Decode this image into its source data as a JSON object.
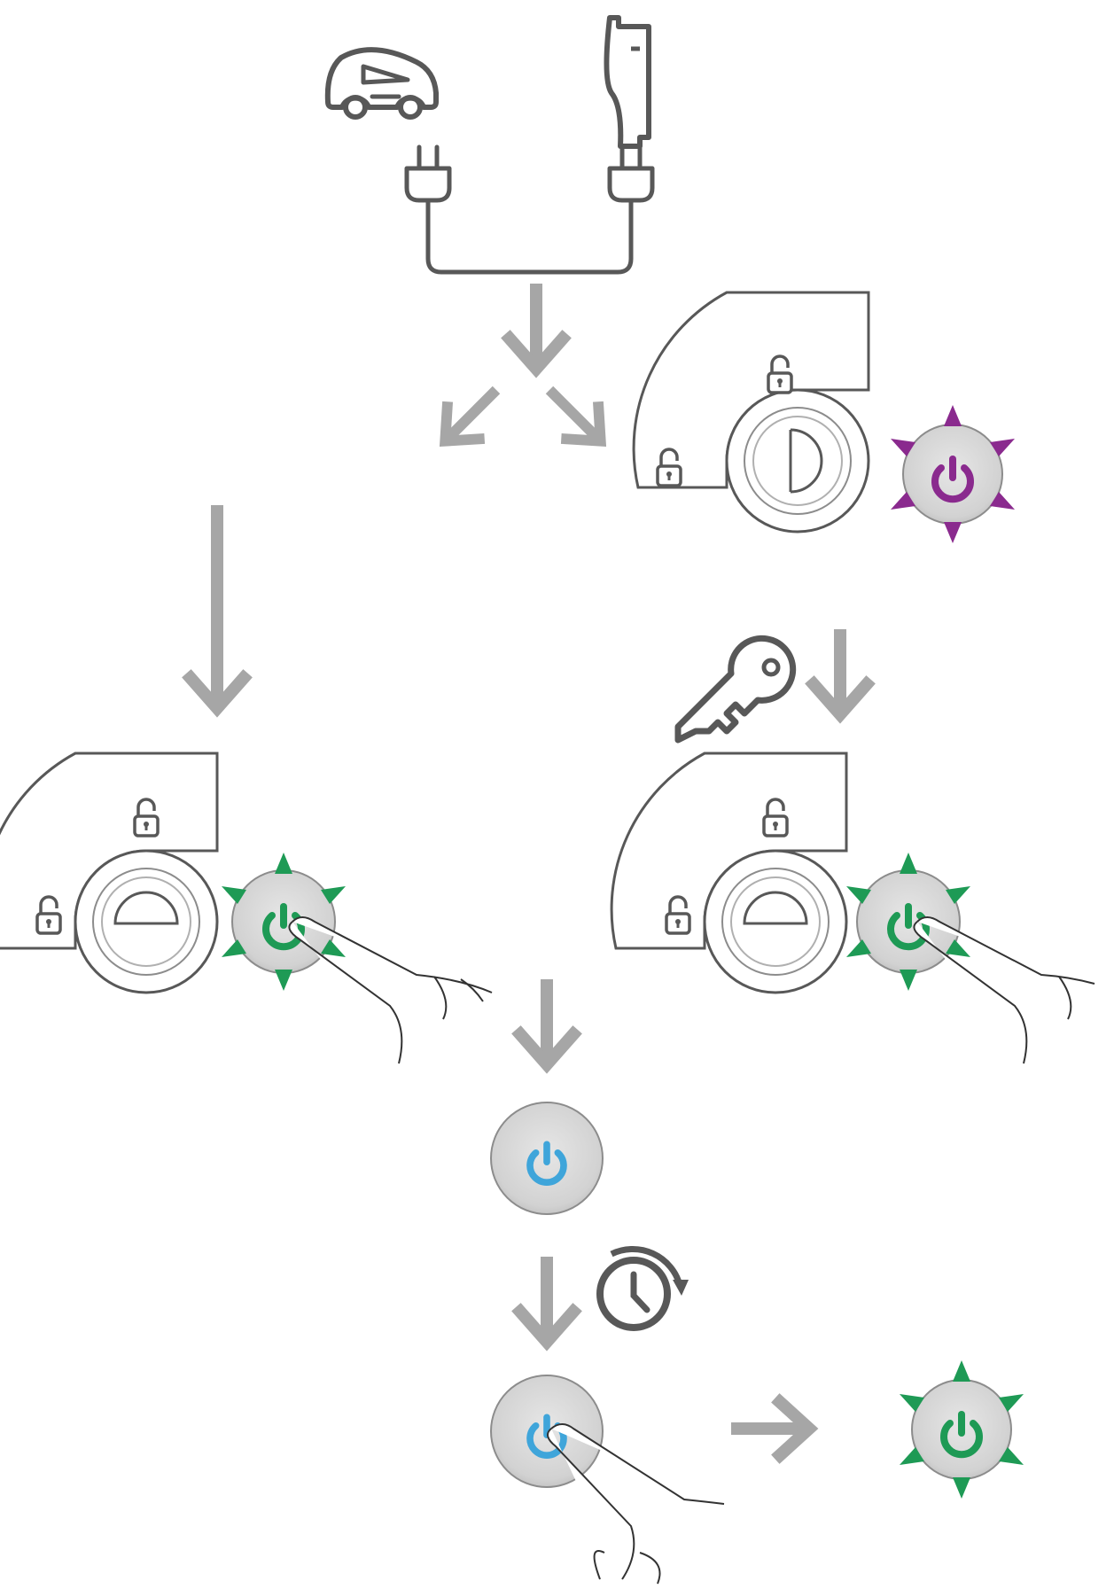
{
  "colors": {
    "arrow": "#a6a6a6",
    "outline": "#585858",
    "button_face": "#d9d9d9",
    "button_ring": "#8c8c8c",
    "purple": "#8a2a8e",
    "green": "#1e9a55",
    "blue": "#3fa5da"
  },
  "icons": [
    "car-icon",
    "charging-station-icon",
    "plug-icon",
    "cable-icon",
    "socket-lock-icon",
    "padlock-open-icon",
    "power-button-icon",
    "key-icon",
    "timer-icon",
    "finger-press-icon",
    "arrow-icon"
  ],
  "states": {
    "top_right_button": "purple-blinking",
    "left_button": "green-blinking",
    "right_button": "green-blinking",
    "middle_button": "blue-steady",
    "bottom_button": "blue-steady",
    "final_button": "green-blinking"
  }
}
